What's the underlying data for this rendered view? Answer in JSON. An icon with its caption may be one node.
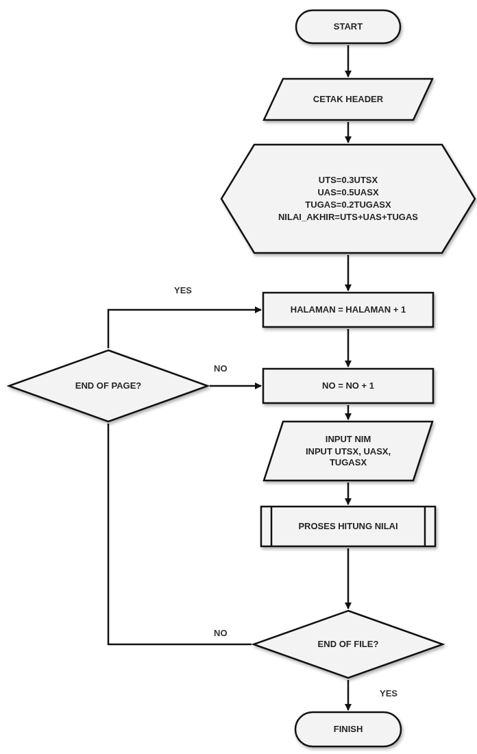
{
  "diagram": {
    "nodes": [
      {
        "text": [
          "START"
        ]
      },
      {
        "text": [
          "CETAK HEADER"
        ]
      },
      {
        "text": [
          "UTS=0.3UTSX",
          "UAS=0.5UASX",
          "TUGAS=0.2TUGASX",
          "NILAI_AKHIR=UTS+UAS+TUGAS"
        ]
      },
      {
        "text": [
          "HALAMAN = HALAMAN + 1"
        ]
      },
      {
        "text": [
          "END OF PAGE?"
        ]
      },
      {
        "text": [
          "NO = NO + 1"
        ]
      },
      {
        "text": [
          "INPUT NIM",
          "INPUT UTSX, UASX, TUGASX"
        ]
      },
      {
        "text": [
          "PROSES HITUNG  NILAI"
        ]
      },
      {
        "text": [
          "END OF FILE?"
        ]
      },
      {
        "text": [
          "FINISH"
        ]
      }
    ],
    "edges": [
      {
        "from": 0,
        "to": 1,
        "arrow": "to"
      },
      {
        "from": 1,
        "to": 2,
        "arrow": "to"
      },
      {
        "from": 2,
        "to": 3,
        "arrow": "to"
      },
      {
        "from": 3,
        "to": 5,
        "arrow": "to"
      },
      {
        "from": 4,
        "to": 3,
        "arrow": "to",
        "label": "YES"
      },
      {
        "from": 4,
        "to": 5,
        "arrow": "to",
        "label": "NO"
      },
      {
        "from": 5,
        "to": 6,
        "arrow": "to"
      },
      {
        "from": 6,
        "to": 7,
        "arrow": "to"
      },
      {
        "from": 7,
        "to": 8,
        "arrow": "to"
      },
      {
        "from": 8,
        "to": 4,
        "arrow": "none",
        "label": "NO"
      },
      {
        "from": 8,
        "to": 9,
        "arrow": "to",
        "label": "YES"
      }
    ]
  }
}
